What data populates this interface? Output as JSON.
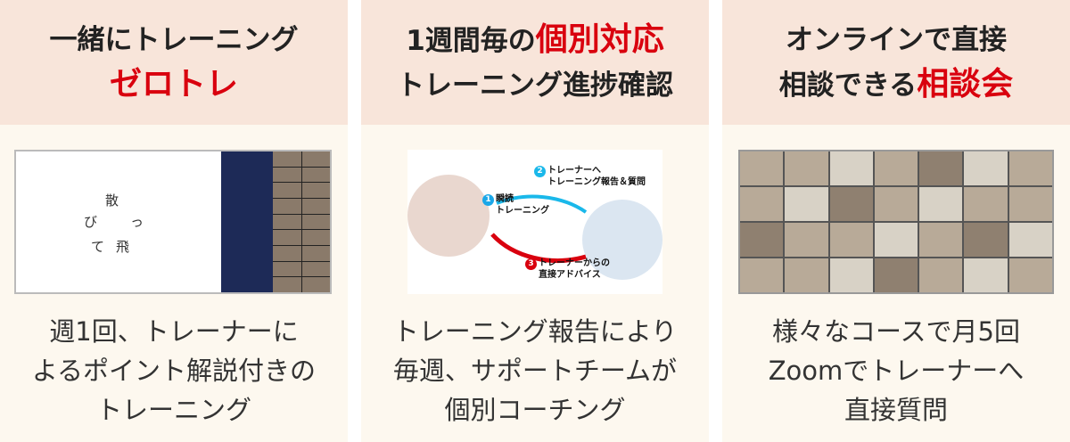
{
  "columns": [
    {
      "title_line1": "一緒にトレーニング",
      "title_highlight": "ゼロトレ",
      "image": {
        "scatter_chars": [
          "散",
          "び",
          "っ",
          "て",
          "飛"
        ]
      },
      "description": [
        "週1回、トレーナーに",
        "よるポイント解説付きの",
        "トレーニング"
      ]
    },
    {
      "title_line1_prefix": "1週間毎の",
      "title_highlight": "個別対応",
      "title_line2": "トレーニング進捗確認",
      "image": {
        "steps": [
          {
            "num": "1",
            "label1": "瞬読",
            "label2": "トレーニング",
            "color": "#1aa7e8"
          },
          {
            "num": "2",
            "label1": "トレーナーへ",
            "label2": "トレーニング報告＆質問",
            "color": "#1ab8ea"
          },
          {
            "num": "3",
            "label1": "トレーナーからの",
            "label2": "直接アドバイス",
            "color": "#d9000e"
          }
        ]
      },
      "description": [
        "トレーニング報告により",
        "毎週、サポートチームが",
        "個別コーチング"
      ]
    },
    {
      "title_line1": "オンラインで直接",
      "title_line2_prefix": "相談できる",
      "title_highlight": "相談会",
      "description": [
        "様々なコースで月5回",
        "Zoomでトレーナーへ",
        "直接質問"
      ]
    }
  ],
  "colors": {
    "header_bg": "#f8e5da",
    "body_bg": "#fdf8ef",
    "accent": "#d9000e"
  }
}
